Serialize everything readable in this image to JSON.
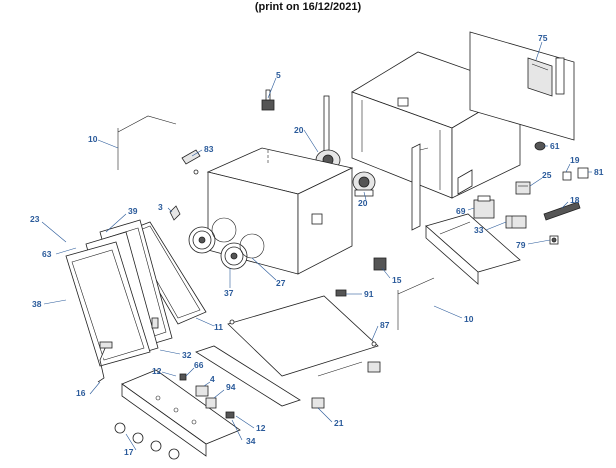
{
  "header": {
    "title": "(print on 16/12/2021)"
  },
  "callouts": {
    "c75": "75",
    "c5": "5",
    "c20a": "20",
    "c20b": "20",
    "c10a": "10",
    "c83": "83",
    "c61": "61",
    "c19": "19",
    "c81": "81",
    "c25": "25",
    "c18": "18",
    "c23": "23",
    "c39": "39",
    "c3": "3",
    "c63": "63",
    "c69": "69",
    "c33": "33",
    "c79": "79",
    "c15": "15",
    "c37": "37",
    "c27": "27",
    "c91": "91",
    "c10b": "10",
    "c38": "38",
    "c11": "11",
    "c87": "87",
    "c32": "32",
    "c12a": "12",
    "c66": "66",
    "c4": "4",
    "c94": "94",
    "c16": "16",
    "c21": "21",
    "c12b": "12",
    "c34": "34",
    "c17": "17"
  },
  "colors": {
    "callout": "#2a5a9a",
    "line": "#222222"
  }
}
